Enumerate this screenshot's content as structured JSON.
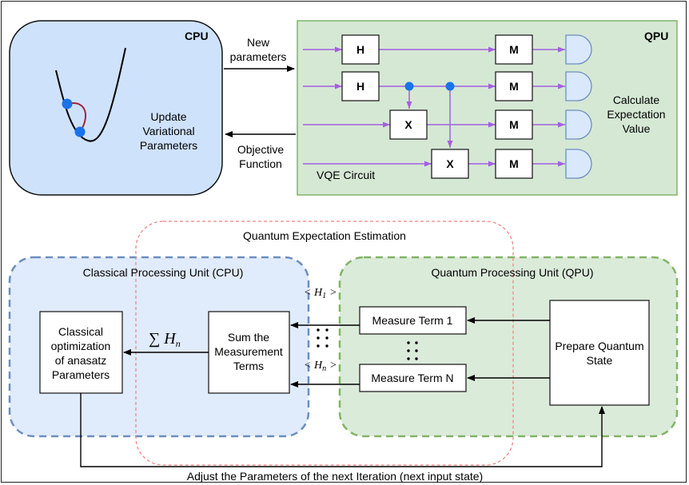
{
  "top": {
    "cpu": {
      "tag": "CPU",
      "text": [
        "Update",
        "Variational",
        "Parameters"
      ]
    },
    "qpu": {
      "tag": "QPU",
      "circuit_label": "VQE Circuit",
      "side_text": [
        "Calculate",
        "Expectation",
        "Value"
      ],
      "gates": {
        "h": "H",
        "x": "X",
        "m": "M"
      }
    },
    "arrows": {
      "new_params": [
        "New",
        "parameters"
      ],
      "objective": [
        "Objective",
        "Function"
      ]
    }
  },
  "bottom": {
    "qee_title": "Quantum Expectation Estimation",
    "cpu_title": "Classical Processing Unit (CPU)",
    "qpu_title": "Quantum Processing Unit (QPU)",
    "classical_box": [
      "Classical",
      "optimization",
      "of anasatz",
      "Parameters"
    ],
    "sum_box": [
      "Sum the",
      "Measurement",
      "Terms"
    ],
    "sum_label": "∑ H",
    "sum_sub": "n",
    "h1_label": "< H",
    "h1_sub": "1",
    "hn_label": "< H",
    "hn_sub": "n",
    "close": ">",
    "measure_term_1": "Measure Term 1",
    "measure_term_n": "Measure Term N",
    "prepare_box": [
      "Prepare Quantum",
      "State"
    ],
    "footer": "Adjust the Parameters of the next Iteration (next input state)"
  },
  "colors": {
    "cpu_fill": "#cfe2fc",
    "qpu_fill": "#d5e8d4",
    "qpu_border": "#82b366",
    "wire": "#a45fe0",
    "dot": "#1a73e8",
    "bottom_blue_border": "#6c8ebf",
    "bottom_green_border": "#82b366",
    "qee_border": "#f08080"
  }
}
